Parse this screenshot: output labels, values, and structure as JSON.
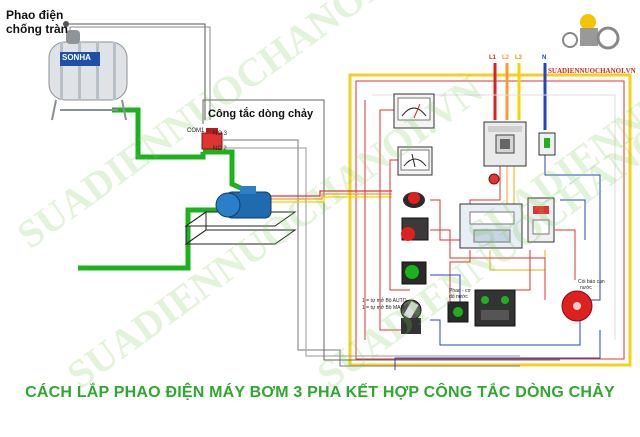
{
  "labels": {
    "float_switch": [
      "Phao điện",
      "chống tràn"
    ],
    "flow_switch": "Công tắc dòng chảy",
    "com1": "COM1",
    "no3": "NO 3",
    "nc2": "NC 2",
    "tank_brand": "SONHA",
    "phases": [
      "L1",
      "L2",
      "L3",
      "N"
    ],
    "brand_url": "SUADIENNUOCHANOI.VN",
    "bell_label": [
      "Còi báo cạn",
      "nước"
    ],
    "selector_label": [
      "Phao - cơ",
      "dò nước"
    ],
    "switch_notes": [
      "1 = tự mở Bộ AUTO",
      "1 = tự mở Bộ MAN"
    ]
  },
  "watermark": "SUADIENNUOCHANOI.VN",
  "title": "CÁCH  LẮP PHAO ĐIỆN MÁY BƠM 3 PHA KẾT HỢP CÔNG TẮC DÒNG CHẢY",
  "colors": {
    "pipe": "#1bb31b",
    "panel": "#f2d21b",
    "title": "#2fa82f",
    "phase_red": "#e01f1f",
    "phase_orange": "#ff9933",
    "phase_yellow": "#f5d400",
    "neutral": "#2244cc"
  },
  "icons": [
    "water-tank-icon",
    "flow-switch-icon",
    "pump-icon",
    "ammeter-icon",
    "voltmeter-icon",
    "breaker-icon",
    "contactor-icon",
    "overload-relay-icon",
    "pilot-lamp-icon",
    "push-button-icon",
    "selector-switch-icon",
    "alarm-bell-icon",
    "worker-logo-icon"
  ]
}
